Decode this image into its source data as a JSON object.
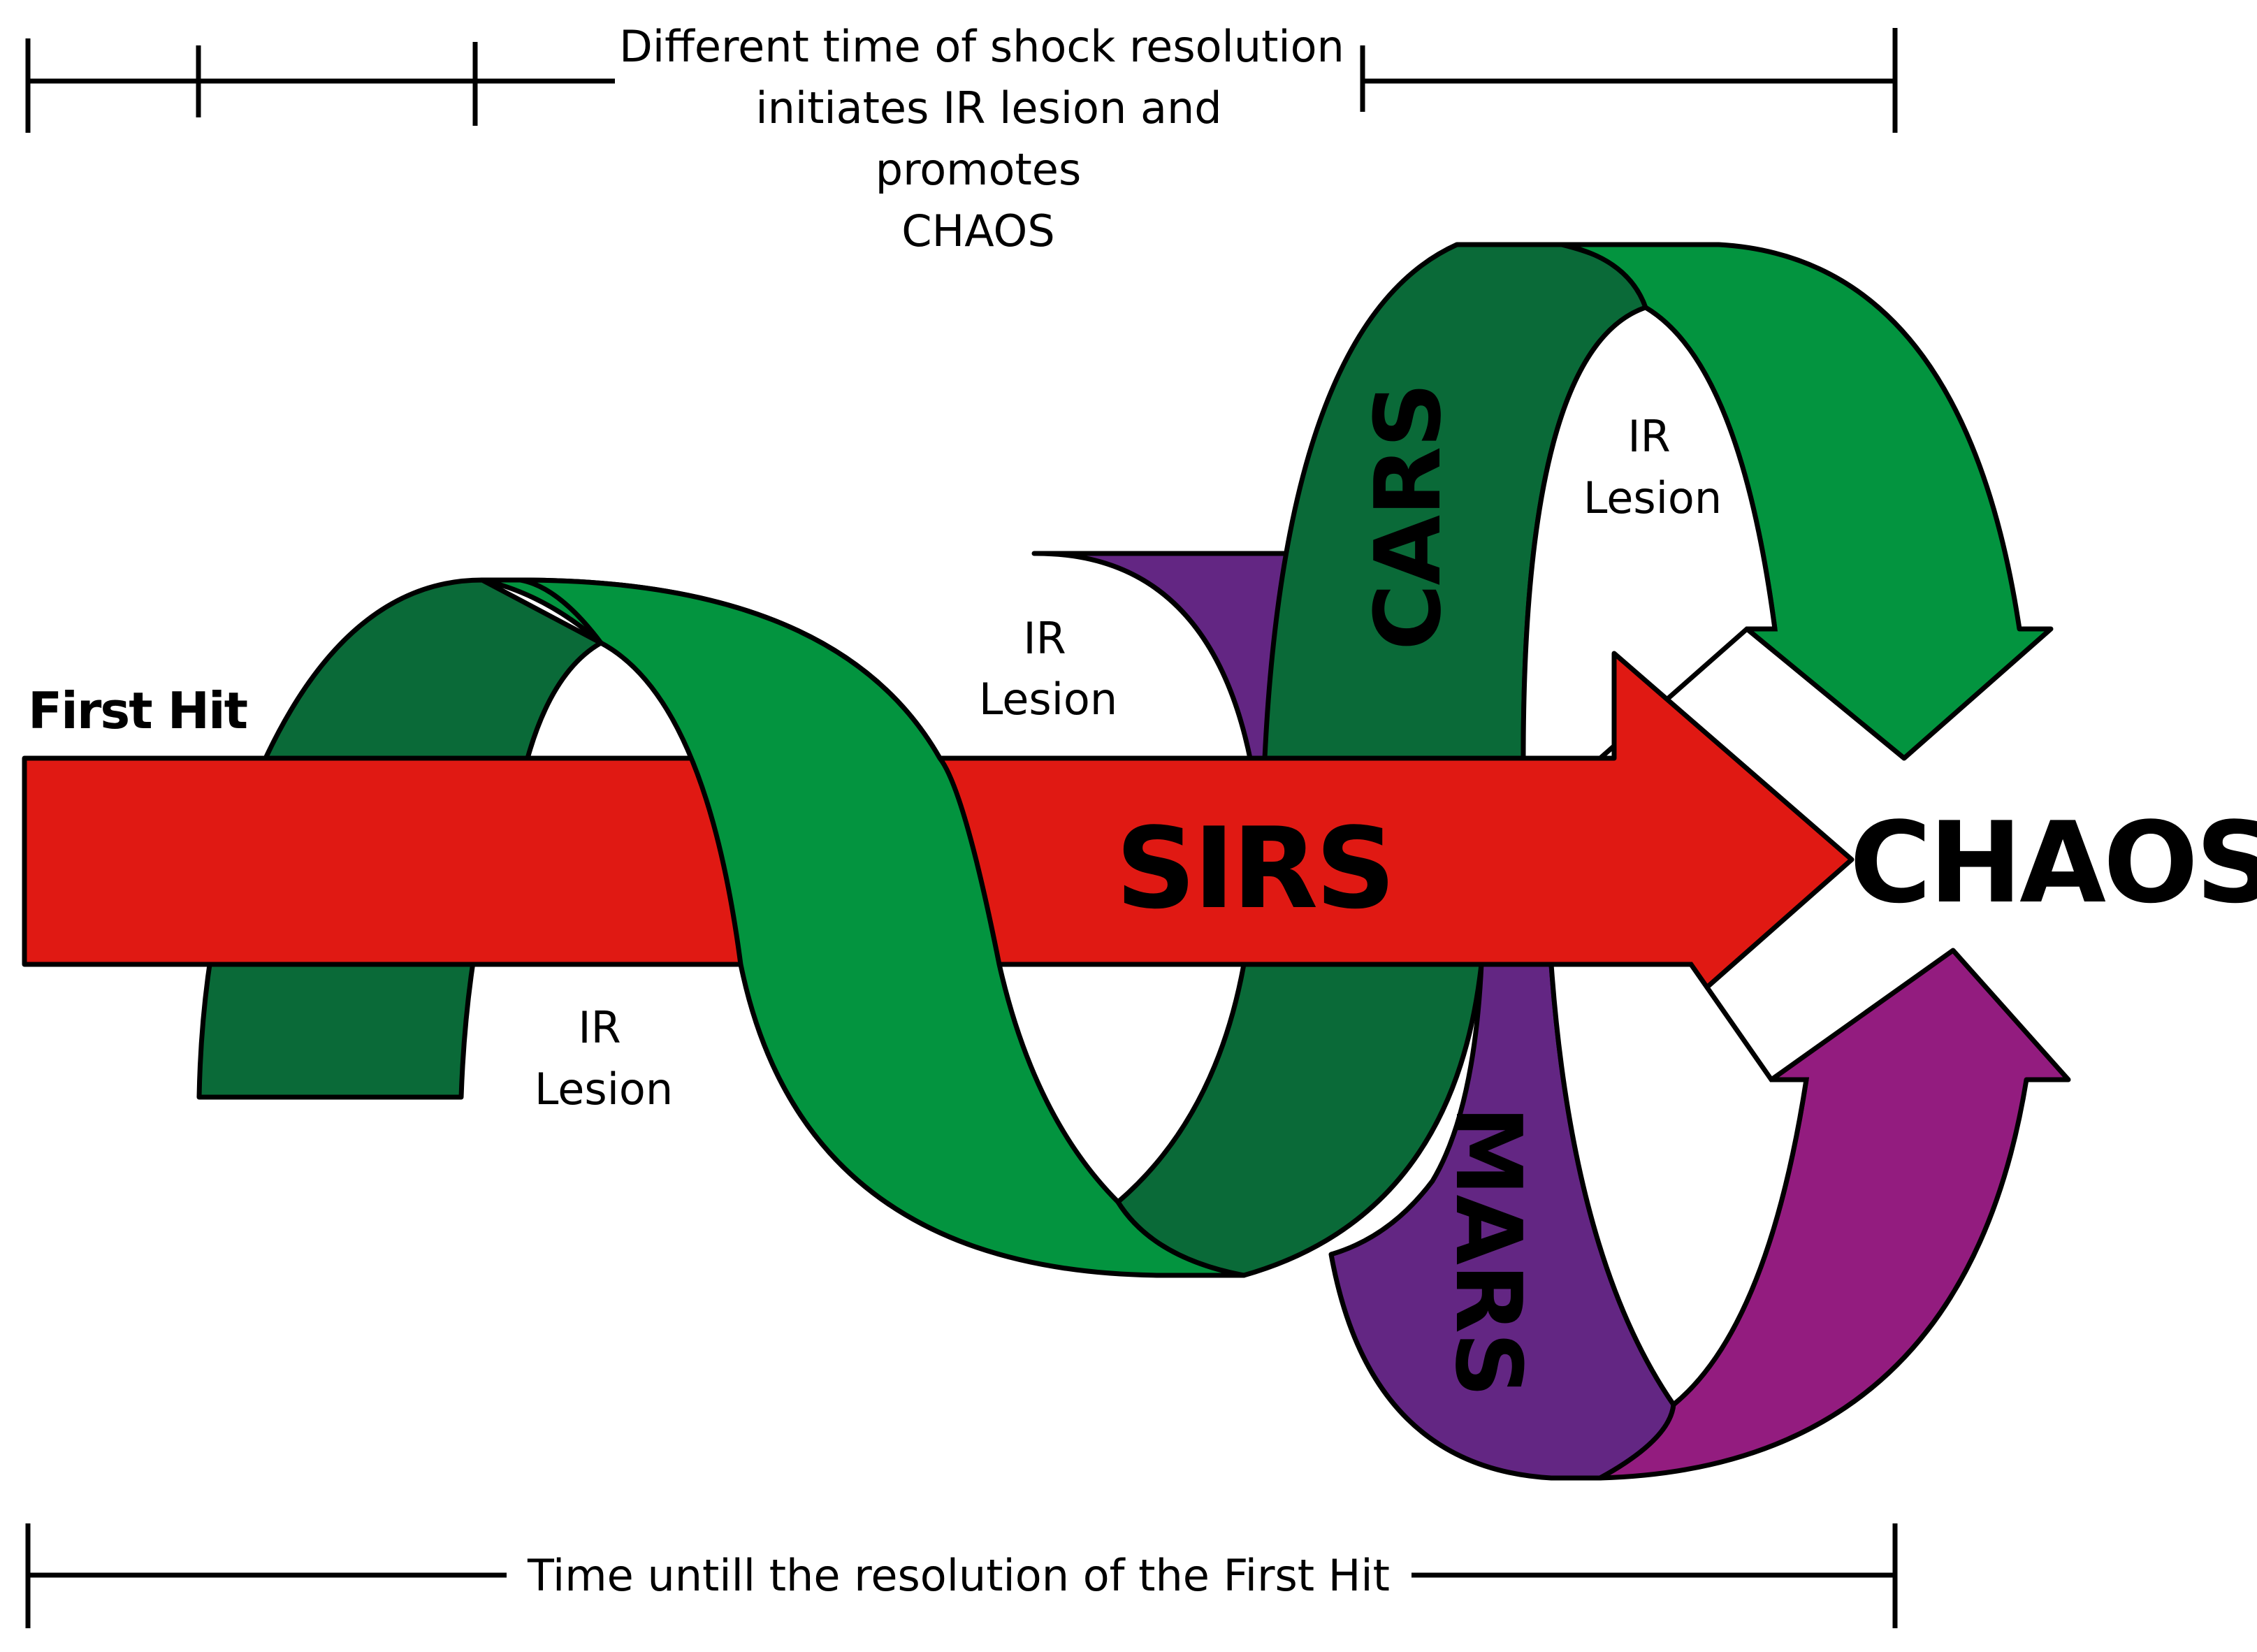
{
  "top_caption": {
    "lines": [
      "Different time of  shock resolution",
      "initiates IR lesion and",
      "promotes",
      "CHAOS"
    ]
  },
  "bottom_caption": "Time untill the resolution of the First Hit",
  "first_hit_label": "First Hit",
  "sirs_label": "SIRS",
  "chaos_label": "CHAOS",
  "cars_label": "CARS",
  "mars_label": "MARS",
  "ir_lesion_labels": [
    {
      "line1": "IR",
      "line2": "Lesion"
    },
    {
      "line1": "IR",
      "line2": "Lesion"
    },
    {
      "line1": "IR",
      "line2": "Lesion"
    }
  ],
  "colors": {
    "sirs_arrow": "#e01913",
    "green_dark": "#0a6a38",
    "green_light": "#03943f",
    "purple_dark": "#632683",
    "purple_light": "#931c7f",
    "outline": "#000000"
  }
}
